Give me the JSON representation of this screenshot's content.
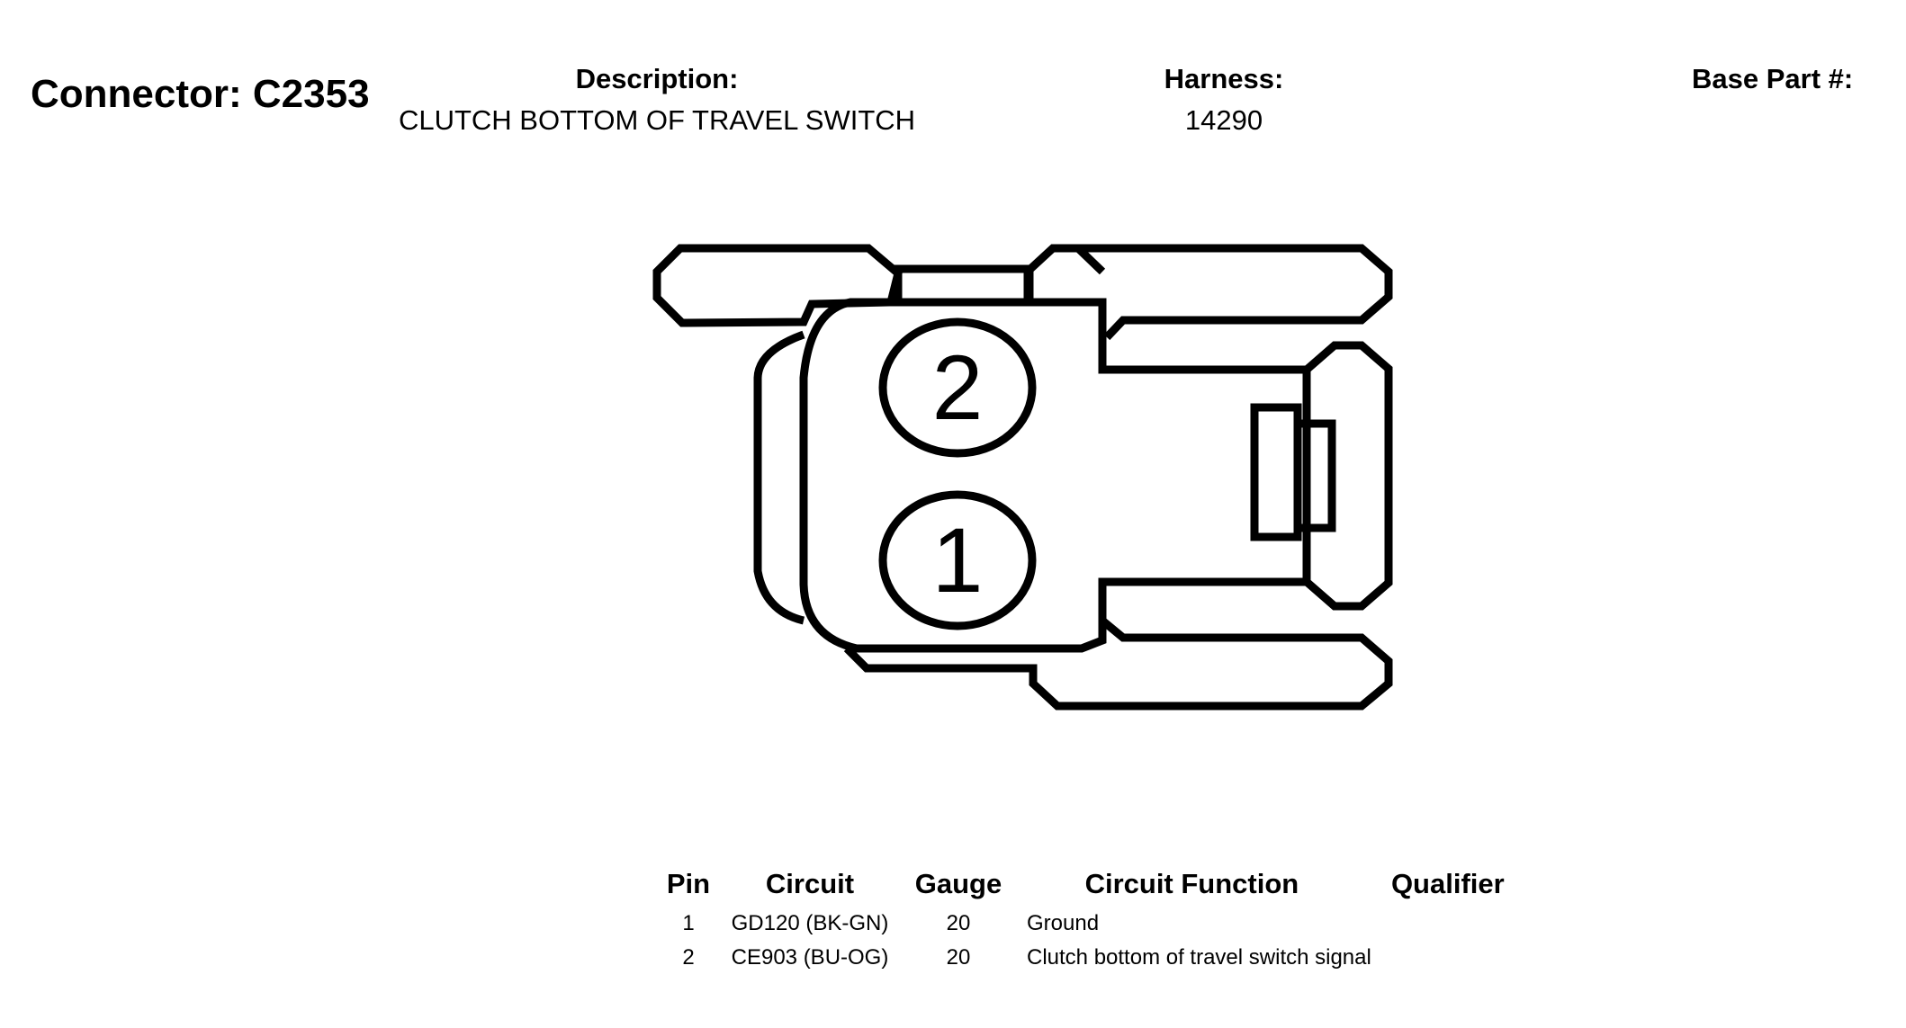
{
  "header": {
    "connector_title": "Connector: C2353",
    "description_label": "Description:",
    "description_value": "CLUTCH BOTTOM OF TRAVEL SWITCH",
    "harness_label": "Harness:",
    "harness_value": "14290",
    "base_part_label": "Base Part #:"
  },
  "connector": {
    "pins": [
      {
        "number": "2"
      },
      {
        "number": "1"
      }
    ]
  },
  "pin_table": {
    "headers": {
      "pin": "Pin",
      "circuit": "Circuit",
      "gauge": "Gauge",
      "function": "Circuit Function",
      "qualifier": "Qualifier"
    },
    "rows": [
      {
        "pin": "1",
        "circuit": "GD120 (BK-GN)",
        "gauge": "20",
        "function": "Ground",
        "qualifier": ""
      },
      {
        "pin": "2",
        "circuit": "CE903 (BU-OG)",
        "gauge": "20",
        "function": "Clutch bottom of travel switch signal",
        "qualifier": ""
      }
    ]
  }
}
